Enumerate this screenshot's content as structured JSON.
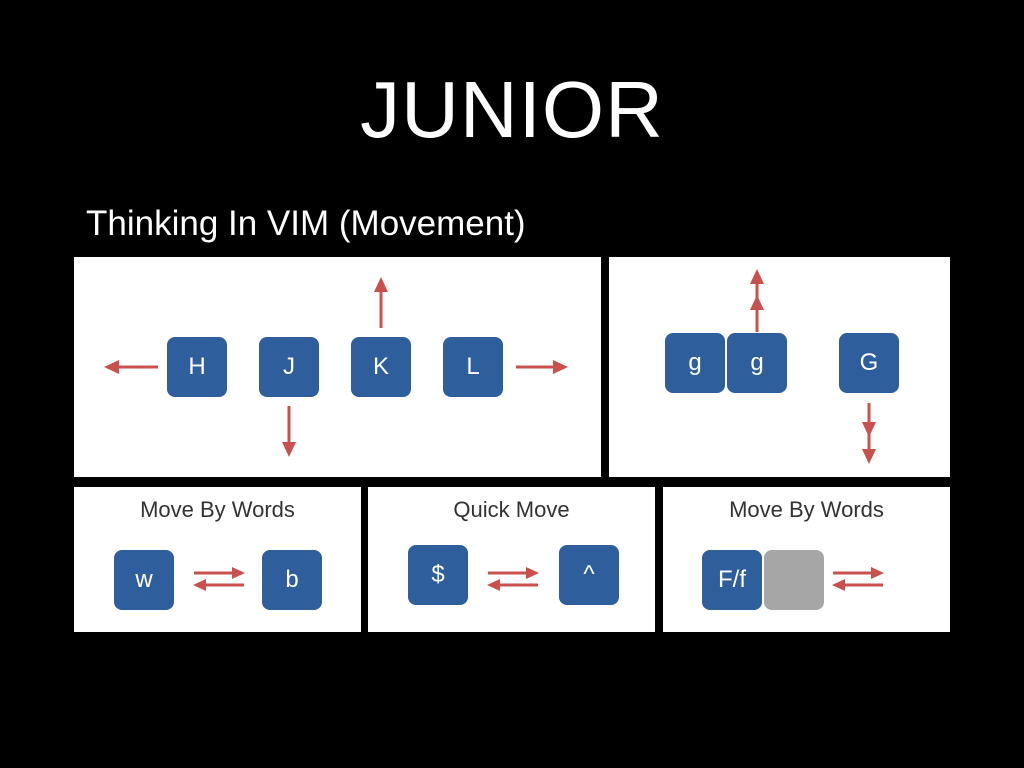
{
  "slide": {
    "title": "JUNIOR",
    "subtitle": "Thinking In VIM (Movement)"
  },
  "panels": {
    "hjkl": {
      "keys": [
        "H",
        "J",
        "K",
        "L"
      ]
    },
    "gg": {
      "keys": [
        "g",
        "g",
        "G"
      ]
    },
    "words": {
      "label": "Move By Words",
      "keys": [
        "w",
        "b"
      ]
    },
    "quick": {
      "label": "Quick Move",
      "keys": [
        "$",
        "^"
      ]
    },
    "find": {
      "label": "Move By Words",
      "keys": [
        "F/f"
      ]
    }
  },
  "colors": {
    "key": "#2e5e9c",
    "arrow": "#c9504d",
    "blank_key": "#a6a6a6"
  }
}
